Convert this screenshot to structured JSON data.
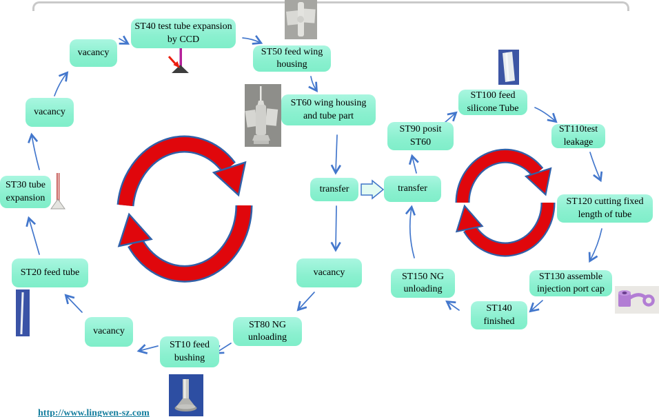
{
  "footer": {
    "url": "http://www.lingwen-sz.com"
  },
  "colors": {
    "node_fill": "#8af0cf",
    "arrow_blue": "#4377cc",
    "rotor_red": "#e0070c",
    "rotor_outline": "#3060a8",
    "link": "#157e9e",
    "frame_gray": "#c9c9c9"
  },
  "nodes": [
    {
      "id": "vacancy-top",
      "label": "vacancy"
    },
    {
      "id": "st40",
      "label": "ST40  test tube expansion by CCD"
    },
    {
      "id": "st50",
      "label": "ST50 feed wing housing"
    },
    {
      "id": "st60",
      "label": "ST60 wing housing and tube part"
    },
    {
      "id": "vacancy-upper-left",
      "label": "vacancy"
    },
    {
      "id": "st30",
      "label": "ST30 tube expansion"
    },
    {
      "id": "st20",
      "label": "ST20 feed tube"
    },
    {
      "id": "vacancy-lower-left",
      "label": "vacancy"
    },
    {
      "id": "st10",
      "label": "ST10 feed bushing"
    },
    {
      "id": "st80",
      "label": "ST80 NG unloading"
    },
    {
      "id": "vacancy-center",
      "label": "vacancy"
    },
    {
      "id": "transfer-left",
      "label": "transfer"
    },
    {
      "id": "transfer-right",
      "label": "transfer"
    },
    {
      "id": "st90",
      "label": "ST90 posit ST60"
    },
    {
      "id": "st100",
      "label": "ST100 feed silicone Tube"
    },
    {
      "id": "st110",
      "label": "ST110test leakage"
    },
    {
      "id": "st120",
      "label": "ST120 cutting fixed length of tube"
    },
    {
      "id": "st130",
      "label": "ST130 assemble injection port cap"
    },
    {
      "id": "st140",
      "label": "ST140 finished"
    },
    {
      "id": "st150",
      "label": "ST150 NG unloading"
    }
  ],
  "edges": [
    {
      "from": "st20",
      "to": "st30"
    },
    {
      "from": "st30",
      "to": "vacancy-upper-left"
    },
    {
      "from": "vacancy-upper-left",
      "to": "vacancy-top"
    },
    {
      "from": "vacancy-top",
      "to": "st40"
    },
    {
      "from": "st40",
      "to": "st50"
    },
    {
      "from": "st50",
      "to": "st60"
    },
    {
      "from": "st60",
      "to": "transfer-left"
    },
    {
      "from": "transfer-left",
      "to": "transfer-right",
      "style": "block-arrow"
    },
    {
      "from": "transfer-left",
      "to": "vacancy-center"
    },
    {
      "from": "vacancy-center",
      "to": "st80"
    },
    {
      "from": "st80",
      "to": "st10"
    },
    {
      "from": "st10",
      "to": "vacancy-lower-left"
    },
    {
      "from": "vacancy-lower-left",
      "to": "st20"
    },
    {
      "from": "transfer-right",
      "to": "st90"
    },
    {
      "from": "st90",
      "to": "st100"
    },
    {
      "from": "st100",
      "to": "st110"
    },
    {
      "from": "st110",
      "to": "st120"
    },
    {
      "from": "st120",
      "to": "st130"
    },
    {
      "from": "st130",
      "to": "st140"
    },
    {
      "from": "st140",
      "to": "st150"
    },
    {
      "from": "st150",
      "to": "transfer-right"
    }
  ],
  "rotors": [
    {
      "id": "left-rotary-table",
      "shape": "two red circular arrows, clockwise"
    },
    {
      "id": "right-rotary-table",
      "shape": "two red circular arrows, clockwise"
    }
  ],
  "photos": [
    {
      "id": "wing-housing-photo",
      "desc": "white wing housing part on gray background"
    },
    {
      "id": "winged-needle-photo",
      "desc": "wing housing with needle and tube part on gray background"
    },
    {
      "id": "silicone-tube-photo",
      "desc": "white silicone tube segment on blue background"
    },
    {
      "id": "injection-cap-photo",
      "desc": "purple injection port cap with ring on gray background"
    },
    {
      "id": "tube-photo",
      "desc": "thin white tube on blue background"
    },
    {
      "id": "bushing-photo",
      "desc": "metal bushing on blue background"
    }
  ]
}
